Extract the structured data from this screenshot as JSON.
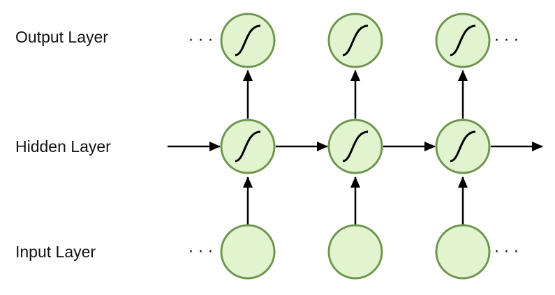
{
  "layers": {
    "output": "Output Layer",
    "hidden": "Hidden Layer",
    "input": "Input Layer"
  },
  "ellipsis": "· · ·",
  "colors": {
    "node_fill": "#e2f4cf",
    "node_stroke": "#6f9550",
    "arrow": "#000000",
    "text": "#111111"
  },
  "icons": {
    "activation": "sigmoid-curve-icon"
  }
}
